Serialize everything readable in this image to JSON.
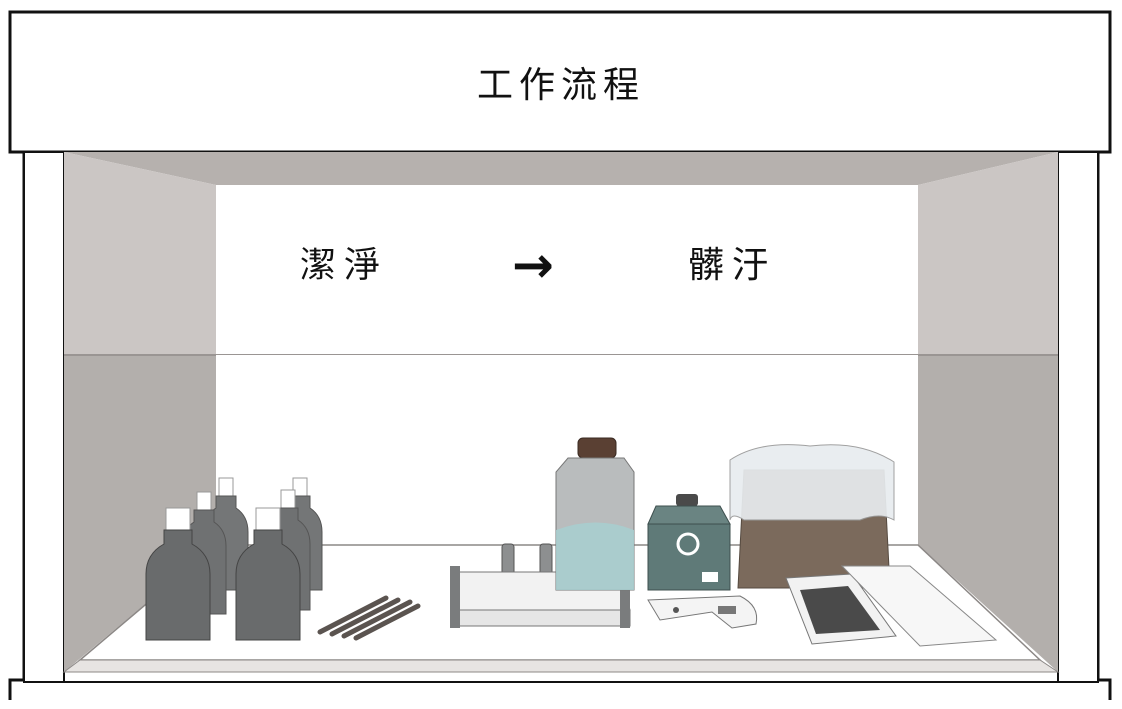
{
  "title": "工作流程",
  "flow": {
    "from": "潔淨",
    "arrow": "→",
    "to": "髒汙"
  },
  "colors": {
    "frame": "#111111",
    "side_wall": "#c9c4c2",
    "ceiling": "#b6b1ae",
    "dark_wall": "#b4b0ad",
    "bottle": "#6d6f70",
    "vortex": "#5f7a78",
    "bin": "#7b6a5c",
    "liquid": "#a7cfd0"
  },
  "items": [
    "glass-bottles-icon",
    "pipettes-icon",
    "test-tube-rack-icon",
    "wash-bottle-icon",
    "vortex-mixer-icon",
    "pipette-gun-icon",
    "waste-bin-icon",
    "tray-icon"
  ]
}
